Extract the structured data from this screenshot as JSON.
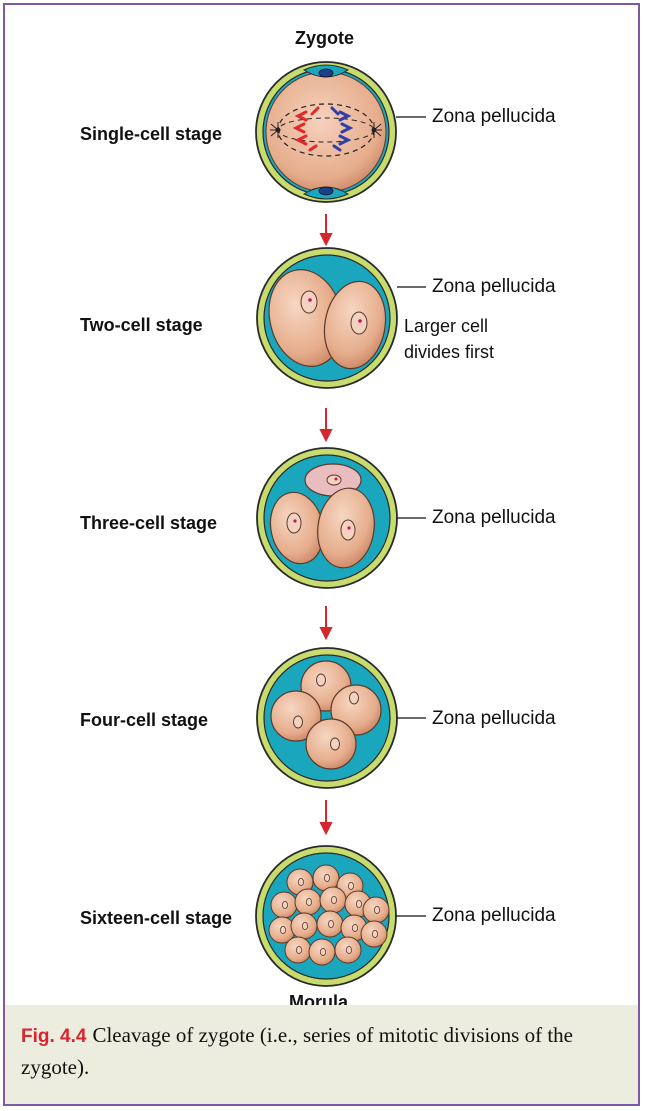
{
  "labels": {
    "zygote": "Zygote",
    "morula": "Morula"
  },
  "stages": [
    {
      "name": "Single-cell stage",
      "zona": "Zona pellucida",
      "note": []
    },
    {
      "name": "Two-cell stage",
      "zona": "Zona pellucida",
      "note": [
        "Larger cell",
        "divides first"
      ]
    },
    {
      "name": "Three-cell stage",
      "zona": "Zona pellucida",
      "note": []
    },
    {
      "name": "Four-cell stage",
      "zona": "Zona pellucida",
      "note": []
    },
    {
      "name": "Sixteen-cell stage",
      "zona": "Zona pellucida",
      "note": []
    }
  ],
  "caption": {
    "fig_no": "Fig. 4.4",
    "text": "Cleavage of zygote (i.e., series of mitotic divisions of the zygote)."
  },
  "colors": {
    "frame": "#7b5aa6",
    "zona": "#c8dc6e",
    "perivitelline": "#1aa6bd",
    "blastomere": "#e8b08e",
    "arrow": "#d7262f",
    "caption_bg": "#ededdf"
  }
}
